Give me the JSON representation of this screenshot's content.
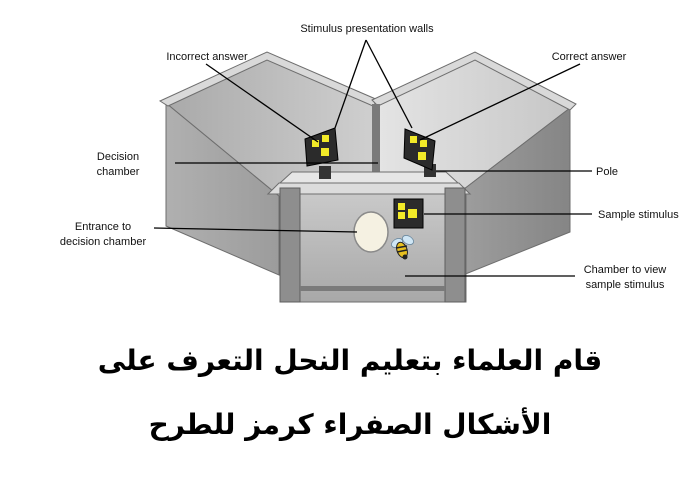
{
  "diagram": {
    "labels": {
      "stimulus_walls": "Stimulus presentation walls",
      "incorrect_answer": "Incorrect answer",
      "correct_answer": "Correct answer",
      "decision_chamber_1": "Decision",
      "decision_chamber_2": "chamber",
      "pole": "Pole",
      "entrance_1": "Entrance to",
      "entrance_2": "decision chamber",
      "sample_stimulus": "Sample stimulus",
      "view_chamber_1": "Chamber to view",
      "view_chamber_2": "sample stimulus"
    },
    "colors": {
      "wall_light": "#d6d6d6",
      "wall_mid": "#b5b5b5",
      "wall_dark": "#8f8f8f",
      "stimulus_bg": "#2b2b2b",
      "stimulus_shape": "#f2ea28",
      "entrance": "#f5f1e2"
    }
  },
  "caption": {
    "line1": "قام العلماء بتعليم النحل التعرف على",
    "line2": "الأشكال الصفراء كرمز للطرح"
  }
}
